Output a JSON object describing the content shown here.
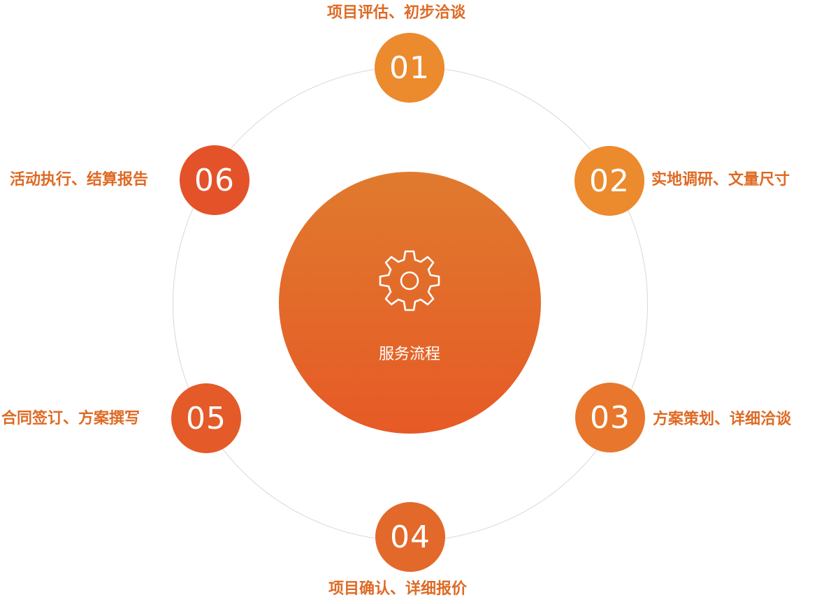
{
  "diagram": {
    "center": {
      "label": "服务流程",
      "icon": "gear-icon"
    },
    "colors": {
      "ring": "#d8d8d8",
      "label": "#de6a24",
      "center_top": "#e07a2e",
      "center_bottom": "#e65a26"
    },
    "steps": [
      {
        "number": "01",
        "label": "项目评估、初步洽谈",
        "color": "#ec8a2e"
      },
      {
        "number": "02",
        "label": "实地调研、文量尺寸",
        "color": "#ec8a2e"
      },
      {
        "number": "03",
        "label": "方案策划、详细洽谈",
        "color": "#e8772d"
      },
      {
        "number": "04",
        "label": "项目确认、详细报价",
        "color": "#e3692a"
      },
      {
        "number": "05",
        "label": "合同签订、方案撰写",
        "color": "#e45a28"
      },
      {
        "number": "06",
        "label": "活动执行、结算报告",
        "color": "#e4522a"
      }
    ]
  }
}
